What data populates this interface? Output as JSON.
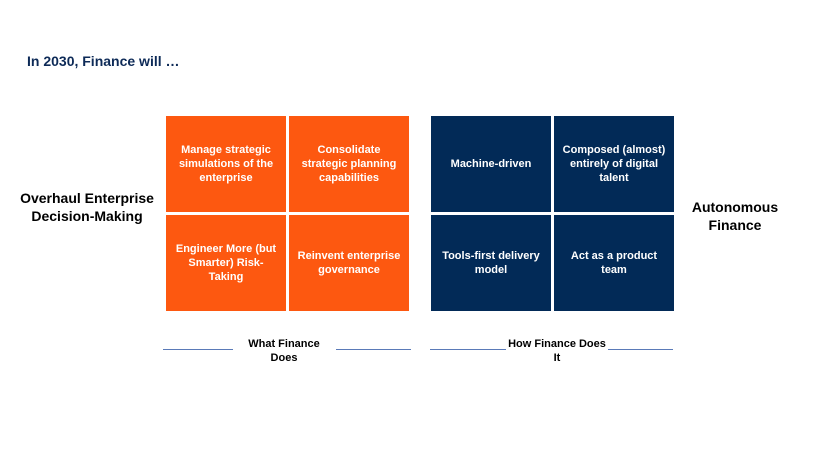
{
  "headline": "In 2030, Finance will …",
  "left_label": "Overhaul Enterprise Decision-Making",
  "right_label": "Autonomous Finance",
  "left_grid": [
    "Manage strategic simulations of the enterprise",
    "Consolidate strategic planning capabilities",
    "Engineer More (but Smarter) Risk-Taking",
    "Reinvent enterprise governance"
  ],
  "right_grid": [
    "Machine-driven",
    "Composed (almost) entirely of digital talent",
    "Tools-first delivery model",
    "Act as a product team"
  ],
  "left_caption": "What Finance Does",
  "right_caption": "How Finance Does It",
  "colors": {
    "orange": "#fd5810",
    "navy": "#022a57",
    "headline": "#0d2a57",
    "rule": "#5a7ab8"
  }
}
